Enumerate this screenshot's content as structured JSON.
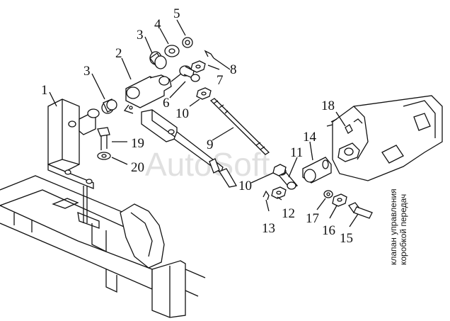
{
  "callouts": [
    "1",
    "2",
    "3",
    "3",
    "4",
    "5",
    "6",
    "7",
    "8",
    "9",
    "10",
    "10",
    "11",
    "12",
    "13",
    "14",
    "15",
    "16",
    "17",
    "18",
    "19",
    "20"
  ],
  "side_caption": {
    "line1": "клапан управления",
    "line2": "коробкой передач"
  },
  "watermark": "AutoSoft"
}
